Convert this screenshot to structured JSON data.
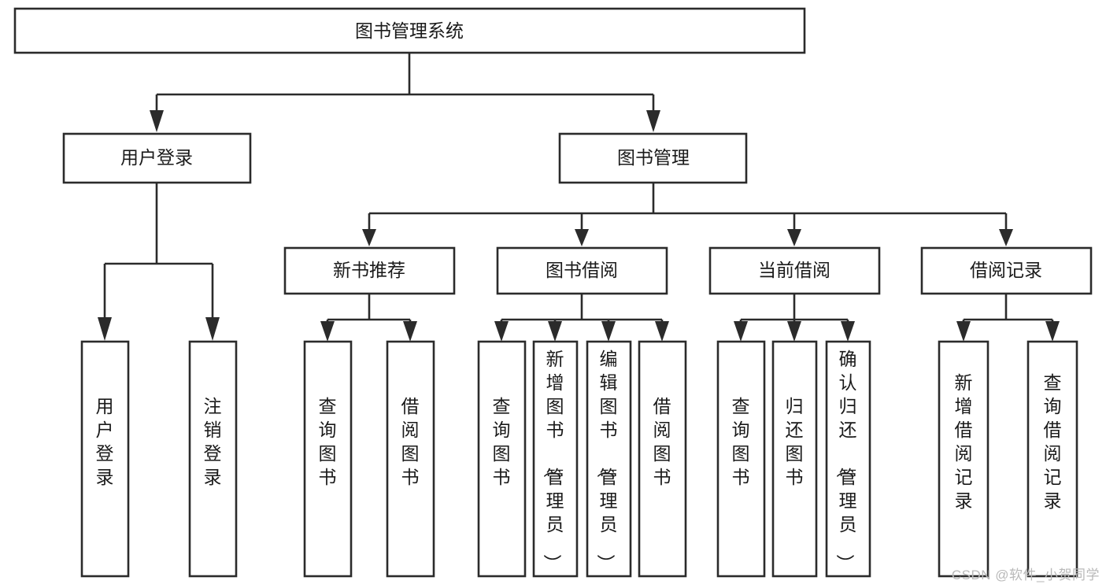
{
  "diagram": {
    "title": "图书管理系统",
    "type": "hierarchy-tree",
    "orientation": "top-down",
    "box_fill": "#ffffff",
    "line_color": "#2b2b2b",
    "text_color": "#1a1a1a",
    "levels": [
      {
        "level": 1,
        "nodes": [
          {
            "id": "root",
            "label": "图书管理系统",
            "orientation": "horizontal"
          }
        ]
      },
      {
        "level": 2,
        "nodes": [
          {
            "id": "login",
            "label": "用户登录",
            "orientation": "horizontal",
            "parent": "root"
          },
          {
            "id": "bookmgmt",
            "label": "图书管理",
            "orientation": "horizontal",
            "parent": "root"
          }
        ]
      },
      {
        "level": 3,
        "nodes": [
          {
            "id": "newbook",
            "label": "新书推荐",
            "orientation": "horizontal",
            "parent": "bookmgmt"
          },
          {
            "id": "borrow",
            "label": "图书借阅",
            "orientation": "horizontal",
            "parent": "bookmgmt"
          },
          {
            "id": "current",
            "label": "当前借阅",
            "orientation": "horizontal",
            "parent": "bookmgmt"
          },
          {
            "id": "records",
            "label": "借阅记录",
            "orientation": "horizontal",
            "parent": "bookmgmt"
          }
        ]
      },
      {
        "level": 4,
        "nodes": [
          {
            "id": "leaf-1",
            "label": "用户登录",
            "orientation": "vertical",
            "parent": "login"
          },
          {
            "id": "leaf-2",
            "label": "注销登录",
            "orientation": "vertical",
            "parent": "login"
          },
          {
            "id": "leaf-3",
            "label": "查询图书",
            "orientation": "vertical",
            "parent": "newbook"
          },
          {
            "id": "leaf-4",
            "label": "借阅图书",
            "orientation": "vertical",
            "parent": "newbook"
          },
          {
            "id": "leaf-5",
            "label": "查询图书",
            "orientation": "vertical",
            "parent": "borrow"
          },
          {
            "id": "leaf-6",
            "label": "新增图书（管理员）",
            "orientation": "vertical",
            "parent": "borrow"
          },
          {
            "id": "leaf-7",
            "label": "编辑图书（管理员）",
            "orientation": "vertical",
            "parent": "borrow"
          },
          {
            "id": "leaf-8",
            "label": "借阅图书",
            "orientation": "vertical",
            "parent": "borrow"
          },
          {
            "id": "leaf-9",
            "label": "查询图书",
            "orientation": "vertical",
            "parent": "current"
          },
          {
            "id": "leaf-10",
            "label": "归还图书",
            "orientation": "vertical",
            "parent": "current"
          },
          {
            "id": "leaf-11",
            "label": "确认归还（管理员）",
            "orientation": "vertical",
            "parent": "current"
          },
          {
            "id": "leaf-12",
            "label": "新增借阅记录",
            "orientation": "vertical",
            "parent": "records"
          },
          {
            "id": "leaf-13",
            "label": "查询借阅记录",
            "orientation": "vertical",
            "parent": "records"
          }
        ]
      }
    ]
  },
  "watermark": {
    "text": "CSDN @软件_小贺同学"
  }
}
